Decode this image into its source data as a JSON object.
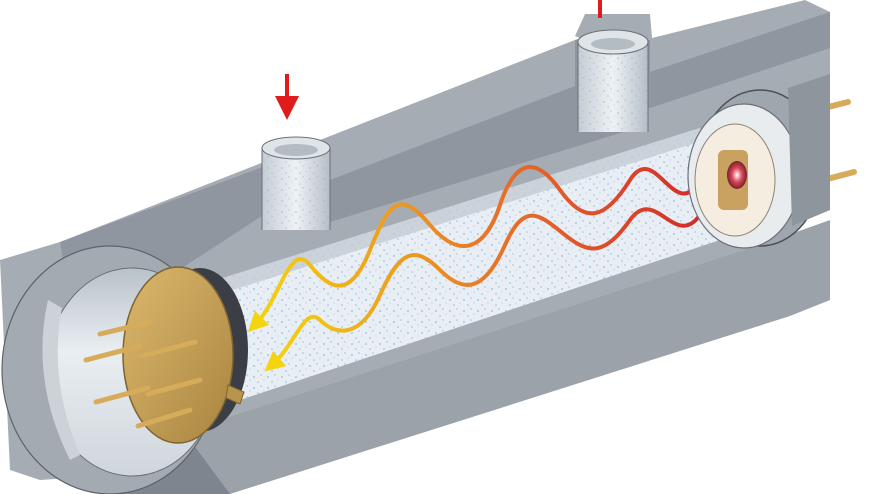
{
  "figure": {
    "subject": "gas-sample-cell-cutaway",
    "colors": {
      "background": "#ffffff",
      "housing_face": "#a6acb4",
      "housing_shadow": "#7e858e",
      "housing_light": "#c4c9cf",
      "housing_outline": "#2b2f34",
      "bore_interior": "#d7dde3",
      "gas_fill": "#e8eef3",
      "gas_speckle": "#7fb6d8",
      "detector_gold": "#c8a25c",
      "detector_gold_dark": "#9c7a3a",
      "pin_gold": "#d6ab5a",
      "window_ring": "#e9ecef",
      "wave_start": "#d42a2a",
      "wave_end": "#f4d40f",
      "flow_arrow": "#e01b1b"
    },
    "components": {
      "housing": "cylindrical-housing",
      "inlet_port": "gas-inlet-port",
      "outlet_port": "gas-outlet-port",
      "light_source": "ir-source",
      "detector": "detector",
      "light_paths": 2
    }
  }
}
